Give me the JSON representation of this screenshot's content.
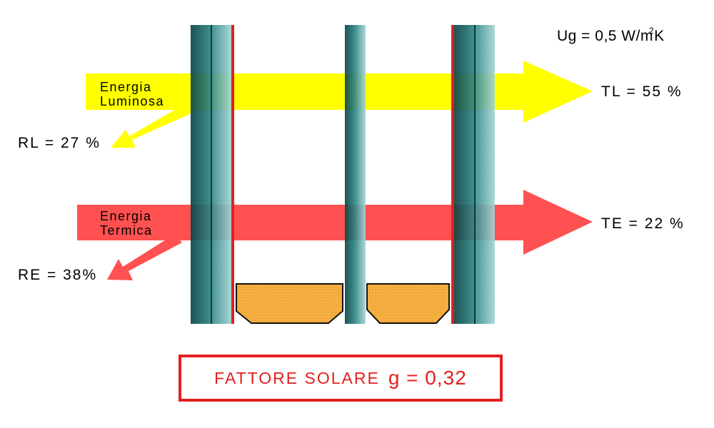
{
  "colors": {
    "light_arrow": "#ffff00",
    "heat_arrow": "#ff5151",
    "glass_dark": "#0e4c4c",
    "glass_light": "#9fd2d2",
    "coating": "#e02020",
    "spacer_fill": "#f5b041",
    "spacer_stroke": "#111111",
    "g_box": "#e32020"
  },
  "header": {
    "ug_label": "Ug = 0,5 W/m",
    "ug_sup": "2",
    "ug_unit": "K"
  },
  "arrows": {
    "light": {
      "label_line1": "Energia",
      "label_line2": "Luminosa",
      "transmitted": "TL = 55 %",
      "reflected": "RL = 27 %"
    },
    "heat": {
      "label_line1": "Energia",
      "label_line2": "Termica",
      "transmitted": "TE = 22 %",
      "reflected": "RE = 38%"
    }
  },
  "solar_factor": {
    "label": "FATTORE SOLARE",
    "value": "g = 0,32"
  }
}
